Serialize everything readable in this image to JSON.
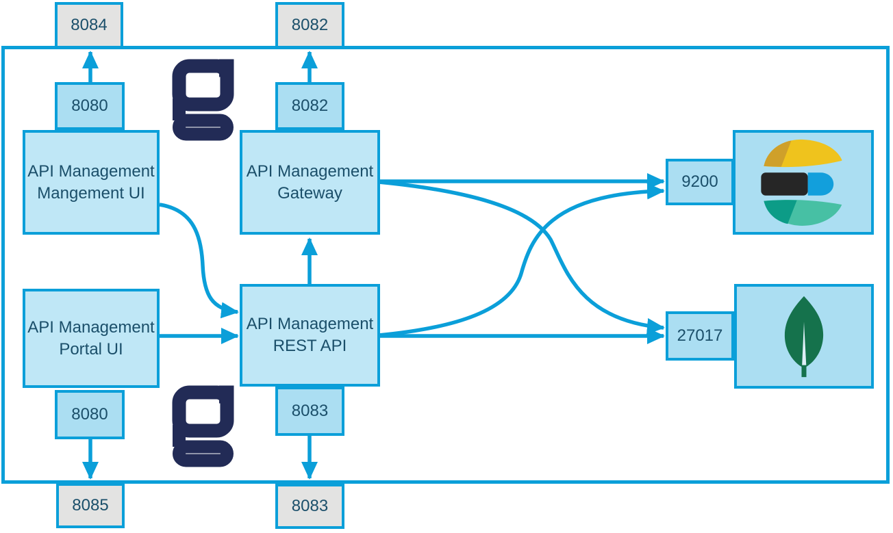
{
  "diagram": {
    "colors": {
      "line": "#0b9fd9",
      "box_fill": "#bfe7f6",
      "port_fill": "#abdef2",
      "db_fill": "#abdef2",
      "gray_fill": "#e3e3e2",
      "text": "#1b4f6a",
      "gravitee_navy": "#222b56",
      "es_yellow": "#efc31d",
      "es_yellow_dark": "#cfa02a",
      "es_black": "#262626",
      "es_blue": "#129fdc",
      "es_teal": "#47c0a4",
      "es_teal_dark": "#0c9c87",
      "mongo_green": "#15724c",
      "mongo_vein": "#ddeff7"
    },
    "icons": {
      "gravitee_top": "gravitee-g-logo",
      "gravitee_bottom": "gravitee-g-logo",
      "elasticsearch": "elasticsearch-logo",
      "mongodb": "mongodb-leaf-logo"
    },
    "nodes": {
      "management_ui": {
        "line1": "API Management",
        "line2": "Mangement UI"
      },
      "gateway": {
        "line1": "API Management",
        "line2": "Gateway"
      },
      "portal_ui": {
        "line1": "API Management",
        "line2": "Portal UI"
      },
      "rest_api": {
        "line1": "API Management",
        "line2": "REST API"
      }
    },
    "ports": {
      "top_external_left": "8084",
      "top_external_mid": "8082",
      "management_ui_top": "8080",
      "gateway_top": "8082",
      "portal_ui_bottom": "8080",
      "rest_api_bottom": "8083",
      "bottom_external_left": "8085",
      "bottom_external_mid": "8083",
      "elasticsearch": "9200",
      "mongodb": "27017"
    },
    "edges": [
      {
        "from": "management_ui_port_8080",
        "to": "external_port_8084"
      },
      {
        "from": "gateway_port_8082",
        "to": "external_port_8082"
      },
      {
        "from": "management_ui",
        "to": "rest_api"
      },
      {
        "from": "portal_ui",
        "to": "rest_api"
      },
      {
        "from": "rest_api",
        "to": "gateway"
      },
      {
        "from": "gateway",
        "to": "elasticsearch_port_9200"
      },
      {
        "from": "gateway",
        "to": "mongodb_port_27017"
      },
      {
        "from": "rest_api",
        "to": "elasticsearch_port_9200"
      },
      {
        "from": "rest_api",
        "to": "mongodb_port_27017"
      },
      {
        "from": "portal_ui_port_8080",
        "to": "external_port_8085"
      },
      {
        "from": "rest_api_port_8083",
        "to": "external_port_8083"
      }
    ]
  }
}
